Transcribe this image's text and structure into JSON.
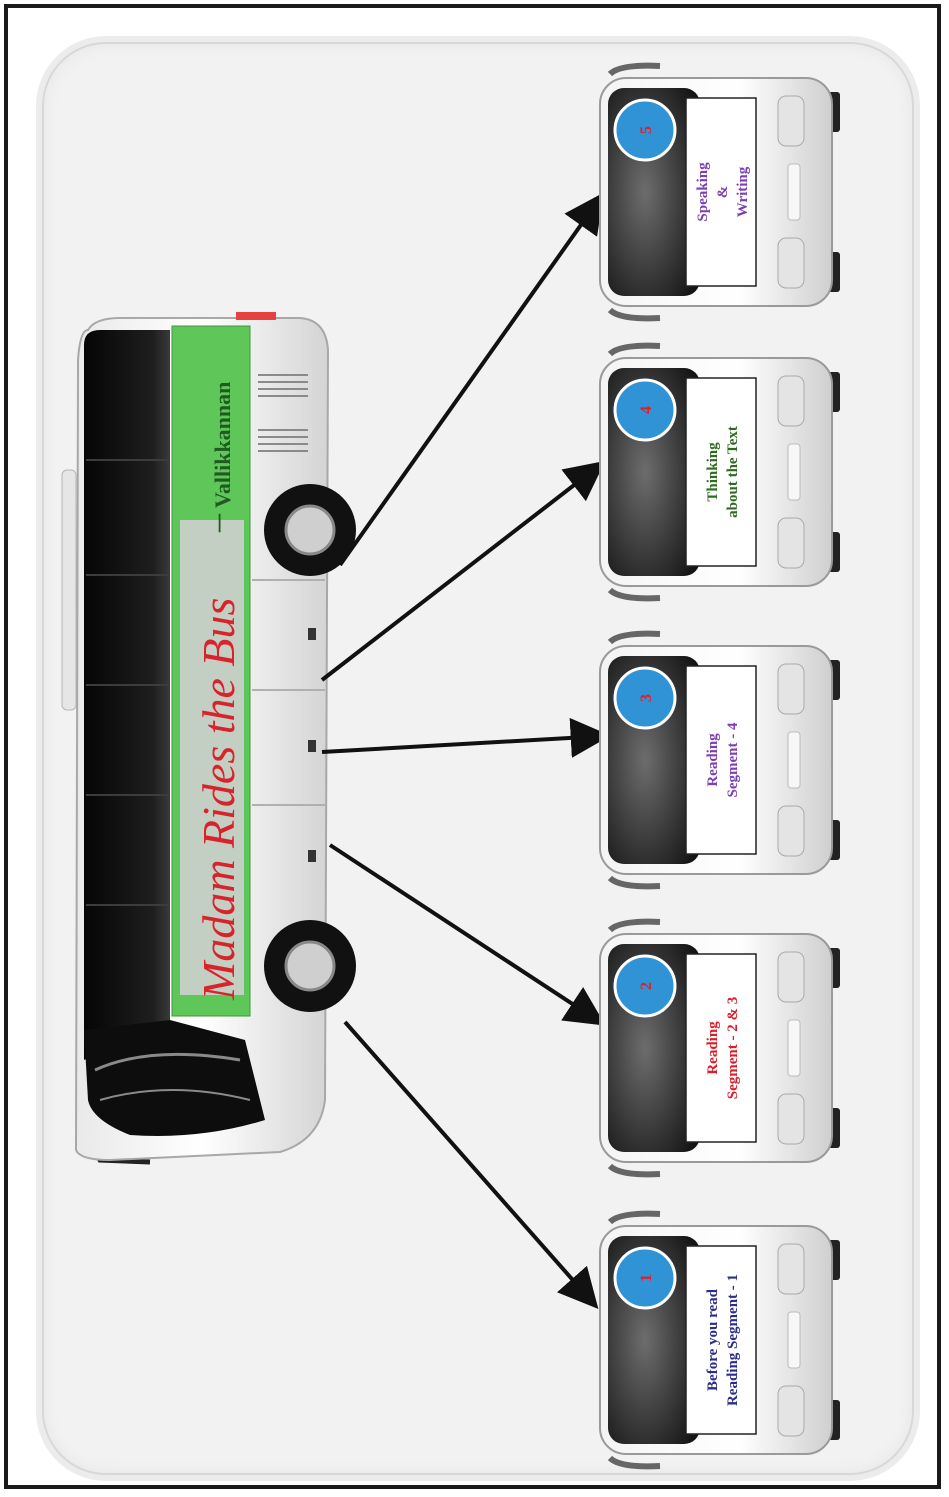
{
  "diagram": {
    "main_bus": {
      "title": "Madam Rides the Bus",
      "dash": "–",
      "author": "Vallikkannan",
      "title_color": "#d9232b",
      "author_color": "#1f5a1f",
      "banner_color": "#5fc75a"
    },
    "stops": [
      {
        "number": "1",
        "lines": [
          "Before you read",
          "Reading Segment - 1"
        ],
        "color": "#2b2d8a"
      },
      {
        "number": "2",
        "lines": [
          "Reading",
          "Segment - 2 & 3"
        ],
        "color": "#d81e2a"
      },
      {
        "number": "3",
        "lines": [
          "Reading",
          "Segment - 4"
        ],
        "color": "#7b3fb0"
      },
      {
        "number": "4",
        "lines": [
          "Thinking",
          "about the Text"
        ],
        "color": "#2f6b1f"
      },
      {
        "number": "5",
        "lines": [
          "Speaking",
          "&",
          "Writing"
        ],
        "color": "#7b3fb0"
      }
    ],
    "colors": {
      "circle": "#2f93d6",
      "circle_ring": "#ffffff",
      "circle_text": "#e21f26",
      "arrow": "#111111"
    }
  }
}
